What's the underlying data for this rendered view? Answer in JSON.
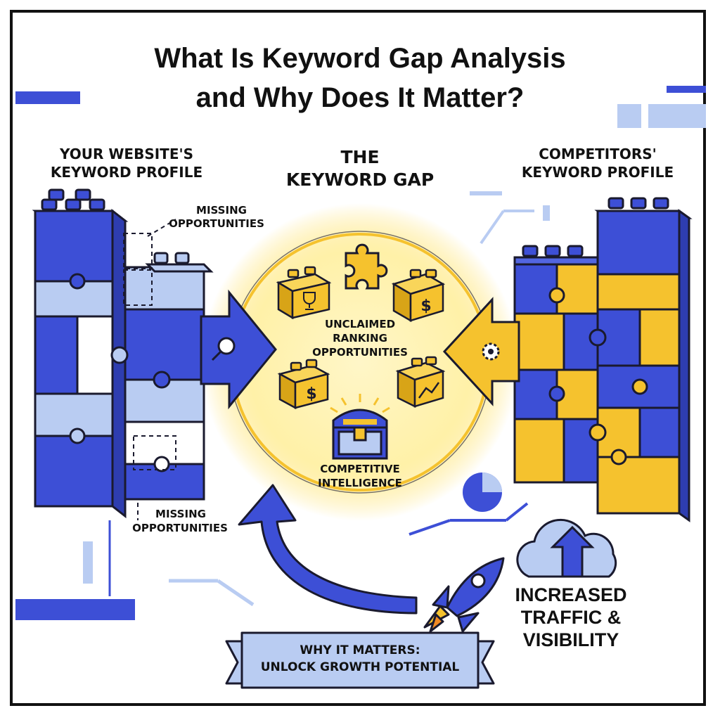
{
  "title_line1": "What Is Keyword Gap Analysis",
  "title_line2": "and Why Does It Matter?",
  "left_heading": {
    "line1": "YOUR WEBSITE'S",
    "line2": "KEYWORD PROFILE"
  },
  "center_heading": {
    "line1": "THE",
    "line2": "KEYWORD GAP"
  },
  "right_heading": {
    "line1": "COMPETITORS'",
    "line2": "KEYWORD PROFILE"
  },
  "missing_top": {
    "line1": "MISSING",
    "line2": "OPPORTUNITIES"
  },
  "missing_bottom": {
    "line1": "MISSING",
    "line2": "OPPORTUNITIES"
  },
  "unclaimed": {
    "line1": "UNCLAIMED",
    "line2": "RANKING",
    "line3": "OPPORTUNITIES"
  },
  "competitive": {
    "line1": "COMPETITIVE",
    "line2": "INTELLIGENCE"
  },
  "increased": {
    "line1": "INCREASED",
    "line2": "TRAFFIC &",
    "line3": "VISIBILITY"
  },
  "banner": {
    "line1": "WHY IT MATTERS:",
    "line2": "UNLOCK GROWTH POTENTIAL"
  },
  "icons": [
    "magnifier-icon",
    "gear-icon",
    "trophy-icon",
    "dollar-icon",
    "chart-icon",
    "treasure-chest-icon",
    "puzzle-piece-icon",
    "pie-chart-icon",
    "cloud-upload-icon",
    "rocket-icon"
  ],
  "colors": {
    "blue": "#3D4FD6",
    "light_blue": "#B9CCF2",
    "yellow": "#F5C22E",
    "outline": "#1A1A2E"
  }
}
